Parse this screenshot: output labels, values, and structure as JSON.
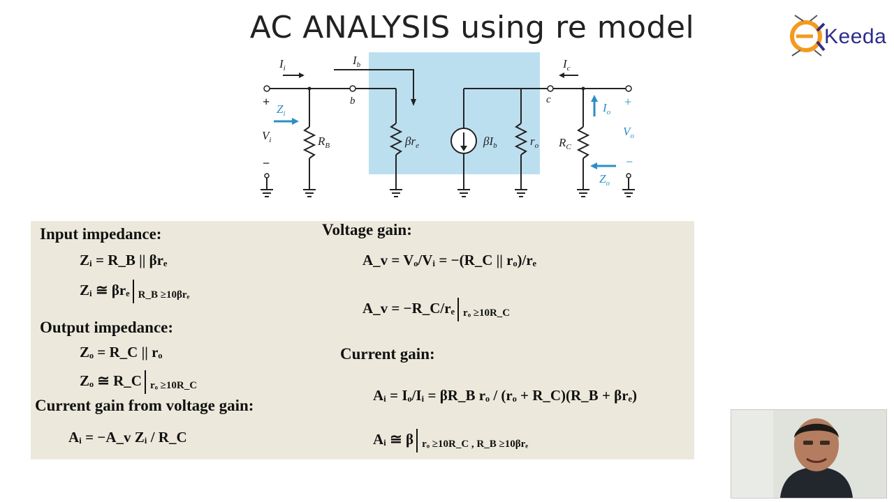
{
  "slide": {
    "title": "AC ANALYSIS  using re model"
  },
  "logo": {
    "text": "Keeda",
    "icon": "ekeeda-logo-icon"
  },
  "circuit": {
    "labels": {
      "ii": "I",
      "ii_sub": "i",
      "ib": "I",
      "ib_sub": "b",
      "ic": "I",
      "ic_sub": "c",
      "io": "I",
      "io_sub": "o",
      "zi": "Z",
      "zi_sub": "i",
      "zo": "Z",
      "zo_sub": "o",
      "vi": "V",
      "vi_sub": "i",
      "vo": "V",
      "vo_sub": "o",
      "node_b": "b",
      "node_c": "c",
      "rb": "R",
      "rb_sub": "B",
      "bre": "βr",
      "bre_sub": "e",
      "bib": "βI",
      "bib_sub": "b",
      "ro": "r",
      "ro_sub": "o",
      "rc": "R",
      "rc_sub": "C",
      "plus": "+",
      "minus": "−"
    },
    "colors": {
      "model_box": "#bcdff0",
      "accent": "#2b8fc4",
      "wire": "#222222"
    }
  },
  "formulas": {
    "input_impedance": {
      "heading": "Input impedance:",
      "eq1": "Zᵢ = R_B || βrₑ",
      "eq2": "Zᵢ ≅ βrₑ",
      "eq2_cond": "R_B ≥10βrₑ"
    },
    "output_impedance": {
      "heading": "Output impedance:",
      "eq1": "Zₒ = R_C || rₒ",
      "eq2": "Zₒ ≅ R_C",
      "eq2_cond": "rₒ ≥10R_C"
    },
    "current_gain_from_voltage": {
      "heading": "Current gain from voltage gain:",
      "eq": "Aᵢ = −A_v Zᵢ / R_C"
    },
    "voltage_gain": {
      "heading": "Voltage gain:",
      "eq1": "A_v = Vₒ/Vᵢ = −(R_C || rₒ)/rₑ",
      "eq2": "A_v = −R_C/rₑ",
      "eq2_cond": "rₒ ≥10R_C"
    },
    "current_gain": {
      "heading": "Current gain:",
      "eq1": "Aᵢ = Iₒ/Iᵢ = βR_B rₒ / (rₒ + R_C)(R_B + βrₑ)",
      "eq2": "Aᵢ ≅ β",
      "eq2_cond": "rₒ ≥10R_C , R_B ≥10βrₑ"
    }
  },
  "webcam": {
    "icon": "presenter-video-thumbnail"
  }
}
